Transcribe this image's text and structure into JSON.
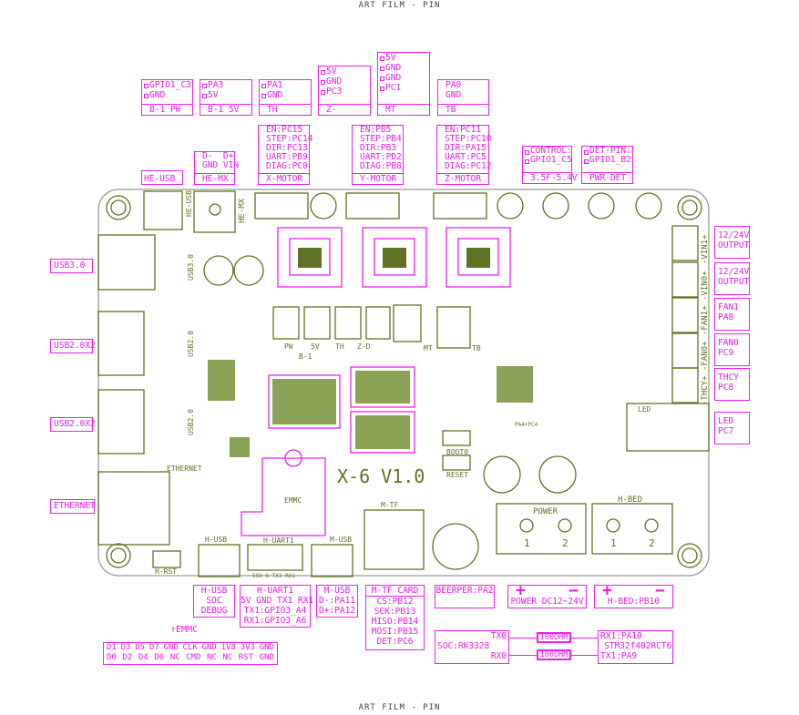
{
  "header": "ART FILM - PIN",
  "footer": "ART FILM - PIN",
  "top_connectors": [
    {
      "id": "b1-pw",
      "lines": [
        "GPIO1_C3",
        "GND"
      ],
      "footer": "B-1 PW"
    },
    {
      "id": "b1-5v",
      "lines": [
        "PA3",
        "5V"
      ],
      "footer": "B-1 5V"
    },
    {
      "id": "th",
      "lines": [
        "PA1",
        "GND"
      ],
      "footer": "TH"
    },
    {
      "id": "z-minus",
      "lines": [
        "5V",
        "GND",
        "PC3"
      ],
      "footer": "Z-"
    },
    {
      "id": "mt",
      "lines": [
        "5V",
        "GND",
        "GND",
        "PC1"
      ],
      "footer": "MT"
    },
    {
      "id": "tb",
      "lines": [
        "PA0",
        "GND"
      ],
      "footer": "TB"
    }
  ],
  "upper_boxes": [
    {
      "id": "he-usb",
      "lines": [],
      "footer": "HE-USB"
    },
    {
      "id": "he-mx",
      "lines": [
        "D-  D+",
        "GND VIN"
      ],
      "footer": "HE-MX"
    },
    {
      "id": "x-motor",
      "lines": [
        "EN:PC15",
        "STEP:PC14",
        "DIR:PC13",
        "UART:PB9",
        "DIAG:PC0"
      ],
      "footer": "X-MOTOR"
    },
    {
      "id": "y-motor",
      "lines": [
        "EN:PB5",
        "STEP:PB4",
        "DIR:PB3",
        "UART:PD2",
        "DIAG:PB8"
      ],
      "footer": "Y-MOTOR"
    },
    {
      "id": "z-motor",
      "lines": [
        "EN:PC11",
        "STEP:PC10",
        "DIR:PA15",
        "UART:PC5",
        "DIAG:PC12"
      ],
      "footer": "Z-MOTOR"
    },
    {
      "id": "control",
      "lines": [
        "CONTROL:",
        "GPIO1_C5"
      ],
      "footer": "3.5F-5.4V"
    },
    {
      "id": "det-pin",
      "lines": [
        "DET-PIN:",
        "GPIO1_B2"
      ],
      "footer": "PWR-DET"
    }
  ],
  "left_boxes": [
    {
      "id": "usb3",
      "lines": [
        "USB3.0"
      ]
    },
    {
      "id": "usb2-a",
      "lines": [
        "USB2.0X2"
      ]
    },
    {
      "id": "usb2-b",
      "lines": [
        "USB2.0X2"
      ]
    },
    {
      "id": "ethernet",
      "lines": [
        "ETHERNET"
      ]
    }
  ],
  "right_boxes": [
    {
      "id": "vin1-output",
      "lines": [
        "12/24V",
        "OUTPUT"
      ]
    },
    {
      "id": "vin0-output",
      "lines": [
        "12/24V",
        "OUTPUT"
      ]
    },
    {
      "id": "fan1",
      "lines": [
        "FAN1",
        "PA8"
      ]
    },
    {
      "id": "fan0",
      "lines": [
        "FAN0",
        "PC9"
      ]
    },
    {
      "id": "thcy",
      "lines": [
        "THCY",
        "PC8"
      ]
    },
    {
      "id": "led",
      "lines": [
        "LED",
        "PC7"
      ]
    }
  ],
  "bottom_boxes": [
    {
      "id": "h-usb",
      "lines": [
        "H-USB",
        "SOC",
        "DEBUG"
      ]
    },
    {
      "id": "h-uart1",
      "lines": [
        "H-UART1",
        "5V GND TX1 RX1",
        "TX1:GPIO3_A4",
        "RX1:GPIO3_A6"
      ]
    },
    {
      "id": "m-usb",
      "lines": [
        "M-USB",
        "D-:PA11",
        "D+:PA12"
      ]
    },
    {
      "id": "m-tf",
      "header": "M-TF CARD",
      "lines": [
        "CS:PB12",
        "SCK:PB13",
        "MISO:PB14",
        "MOSI:PB15",
        "DET:PC6"
      ]
    },
    {
      "id": "beeper",
      "lines": [
        "BEERPER:PA2"
      ]
    },
    {
      "id": "power",
      "lines": [
        "POWER DC12~24V"
      ],
      "plus": "+",
      "minus": "−"
    },
    {
      "id": "h-bed",
      "lines": [
        "H-BED:PB10"
      ],
      "plus": "+",
      "minus": "−"
    }
  ],
  "emmc": {
    "label": "EMMC",
    "row1": [
      "D1",
      "D3",
      "D5",
      "D7",
      "GND",
      "CLK",
      "GND",
      "1V8",
      "3V3",
      "GND"
    ],
    "row2": [
      "D0",
      "D2",
      "D4",
      "D6",
      "NC",
      "CMD",
      "NC",
      "NC",
      "RST",
      "GND"
    ]
  },
  "uart_link": {
    "soc": "SOC:RK3328",
    "tx0": "TX0",
    "rx0": "RX0",
    "resistor1": "100OHM",
    "resistor2": "100OHM",
    "mcu_rx": "RX1:PA10",
    "mcu": "STM32f402RCT6",
    "mcu_tx": "TX1:PA9"
  },
  "board": {
    "version": "X-6 V1.0",
    "boot": "BOOT0",
    "reset": "RESET",
    "ethernet": "ETHERNET",
    "emmc": "EMMC",
    "h_usb": "H-USB",
    "h_uart": "H-UART1",
    "uart_pins": "5SV G TX1 RX1",
    "m_usb": "M-USB",
    "m_tf": "M-TF",
    "power": "POWER",
    "h_bed": "H-BED",
    "h_rst": "H-RST",
    "he_usb": "HE-USB",
    "he_mx": "HE-MX",
    "usb3": "USB3.0",
    "usb2a": "USB2.0",
    "usb2b": "USB2.0",
    "pw": "PW",
    "v5": "5V",
    "th": "TH",
    "zd": "Z-D",
    "mt": "MT",
    "tb": "TB",
    "b1": "B-1",
    "led": "LED",
    "vin1": "-VIN1+",
    "vin0": "-VIN0+",
    "fan1": "-FAN1+",
    "fan0": "-FAN0+",
    "thcy": "-THCY+",
    "n1": "1",
    "n2": "2",
    "n3": "1",
    "n4": "2",
    "pa4": "PA4+PC4"
  },
  "colors": {
    "callout": "#f01ef0",
    "silkscreen": "#5d7323"
  }
}
